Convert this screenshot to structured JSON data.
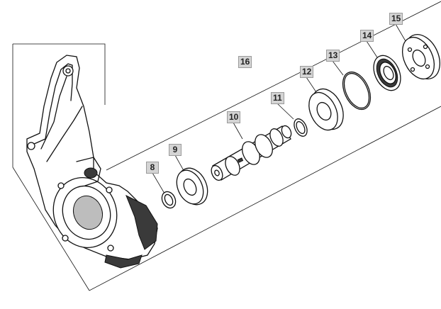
{
  "callouts": {
    "p8": "8",
    "p9": "9",
    "p10": "10",
    "p11": "11",
    "p12": "12",
    "p13": "13",
    "p14": "14",
    "p15": "15",
    "p16": "16"
  },
  "colors": {
    "background": "#ffffff",
    "line": "#111111",
    "callout_fill": "#d4d4d4",
    "callout_border": "#9a9a9a"
  }
}
